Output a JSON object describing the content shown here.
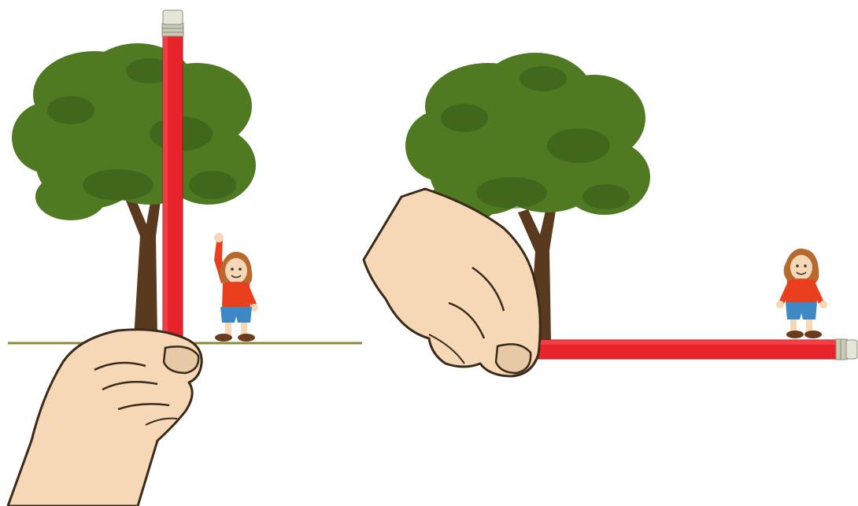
{
  "scene": {
    "panels": [
      {
        "id": "left",
        "pencil_orientation": "vertical",
        "child_pose": "arm-raised"
      },
      {
        "id": "right",
        "pencil_orientation": "horizontal",
        "child_pose": "arms-down"
      }
    ],
    "colors": {
      "background": "#ffffff",
      "pencil_body": "#e8232b",
      "pencil_eraser": "#d9d9c9",
      "tree_foliage": "#4f7a22",
      "tree_foliage_dark": "#36591a",
      "tree_trunk": "#5a3a1f",
      "ground_line": "#8a8a3c",
      "skin": "#f6d7b6",
      "child_shirt": "#e8401e",
      "child_shorts": "#3f88c6",
      "child_hair": "#b76a30"
    },
    "icons": [
      "tree-icon",
      "pencil-icon",
      "hand-icon",
      "child-icon"
    ]
  }
}
